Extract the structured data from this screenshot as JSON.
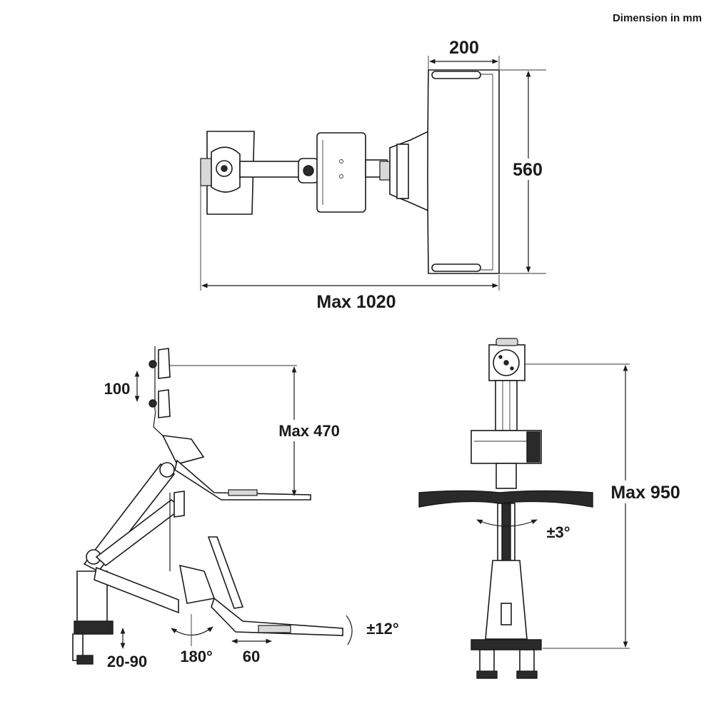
{
  "header": {
    "units_note": "Dimension in mm"
  },
  "top_view": {
    "width_label": "200",
    "depth_label": "560",
    "reach_label": "Max 1020"
  },
  "side_view": {
    "monitor_travel_label": "100",
    "height_label": "Max 470",
    "clamp_range_label": "20-90",
    "rotation_label": "180°",
    "slide_label": "60",
    "tilt_label": "±12°"
  },
  "front_view": {
    "height_label": "Max 950",
    "tray_tilt_label": "±3°"
  }
}
